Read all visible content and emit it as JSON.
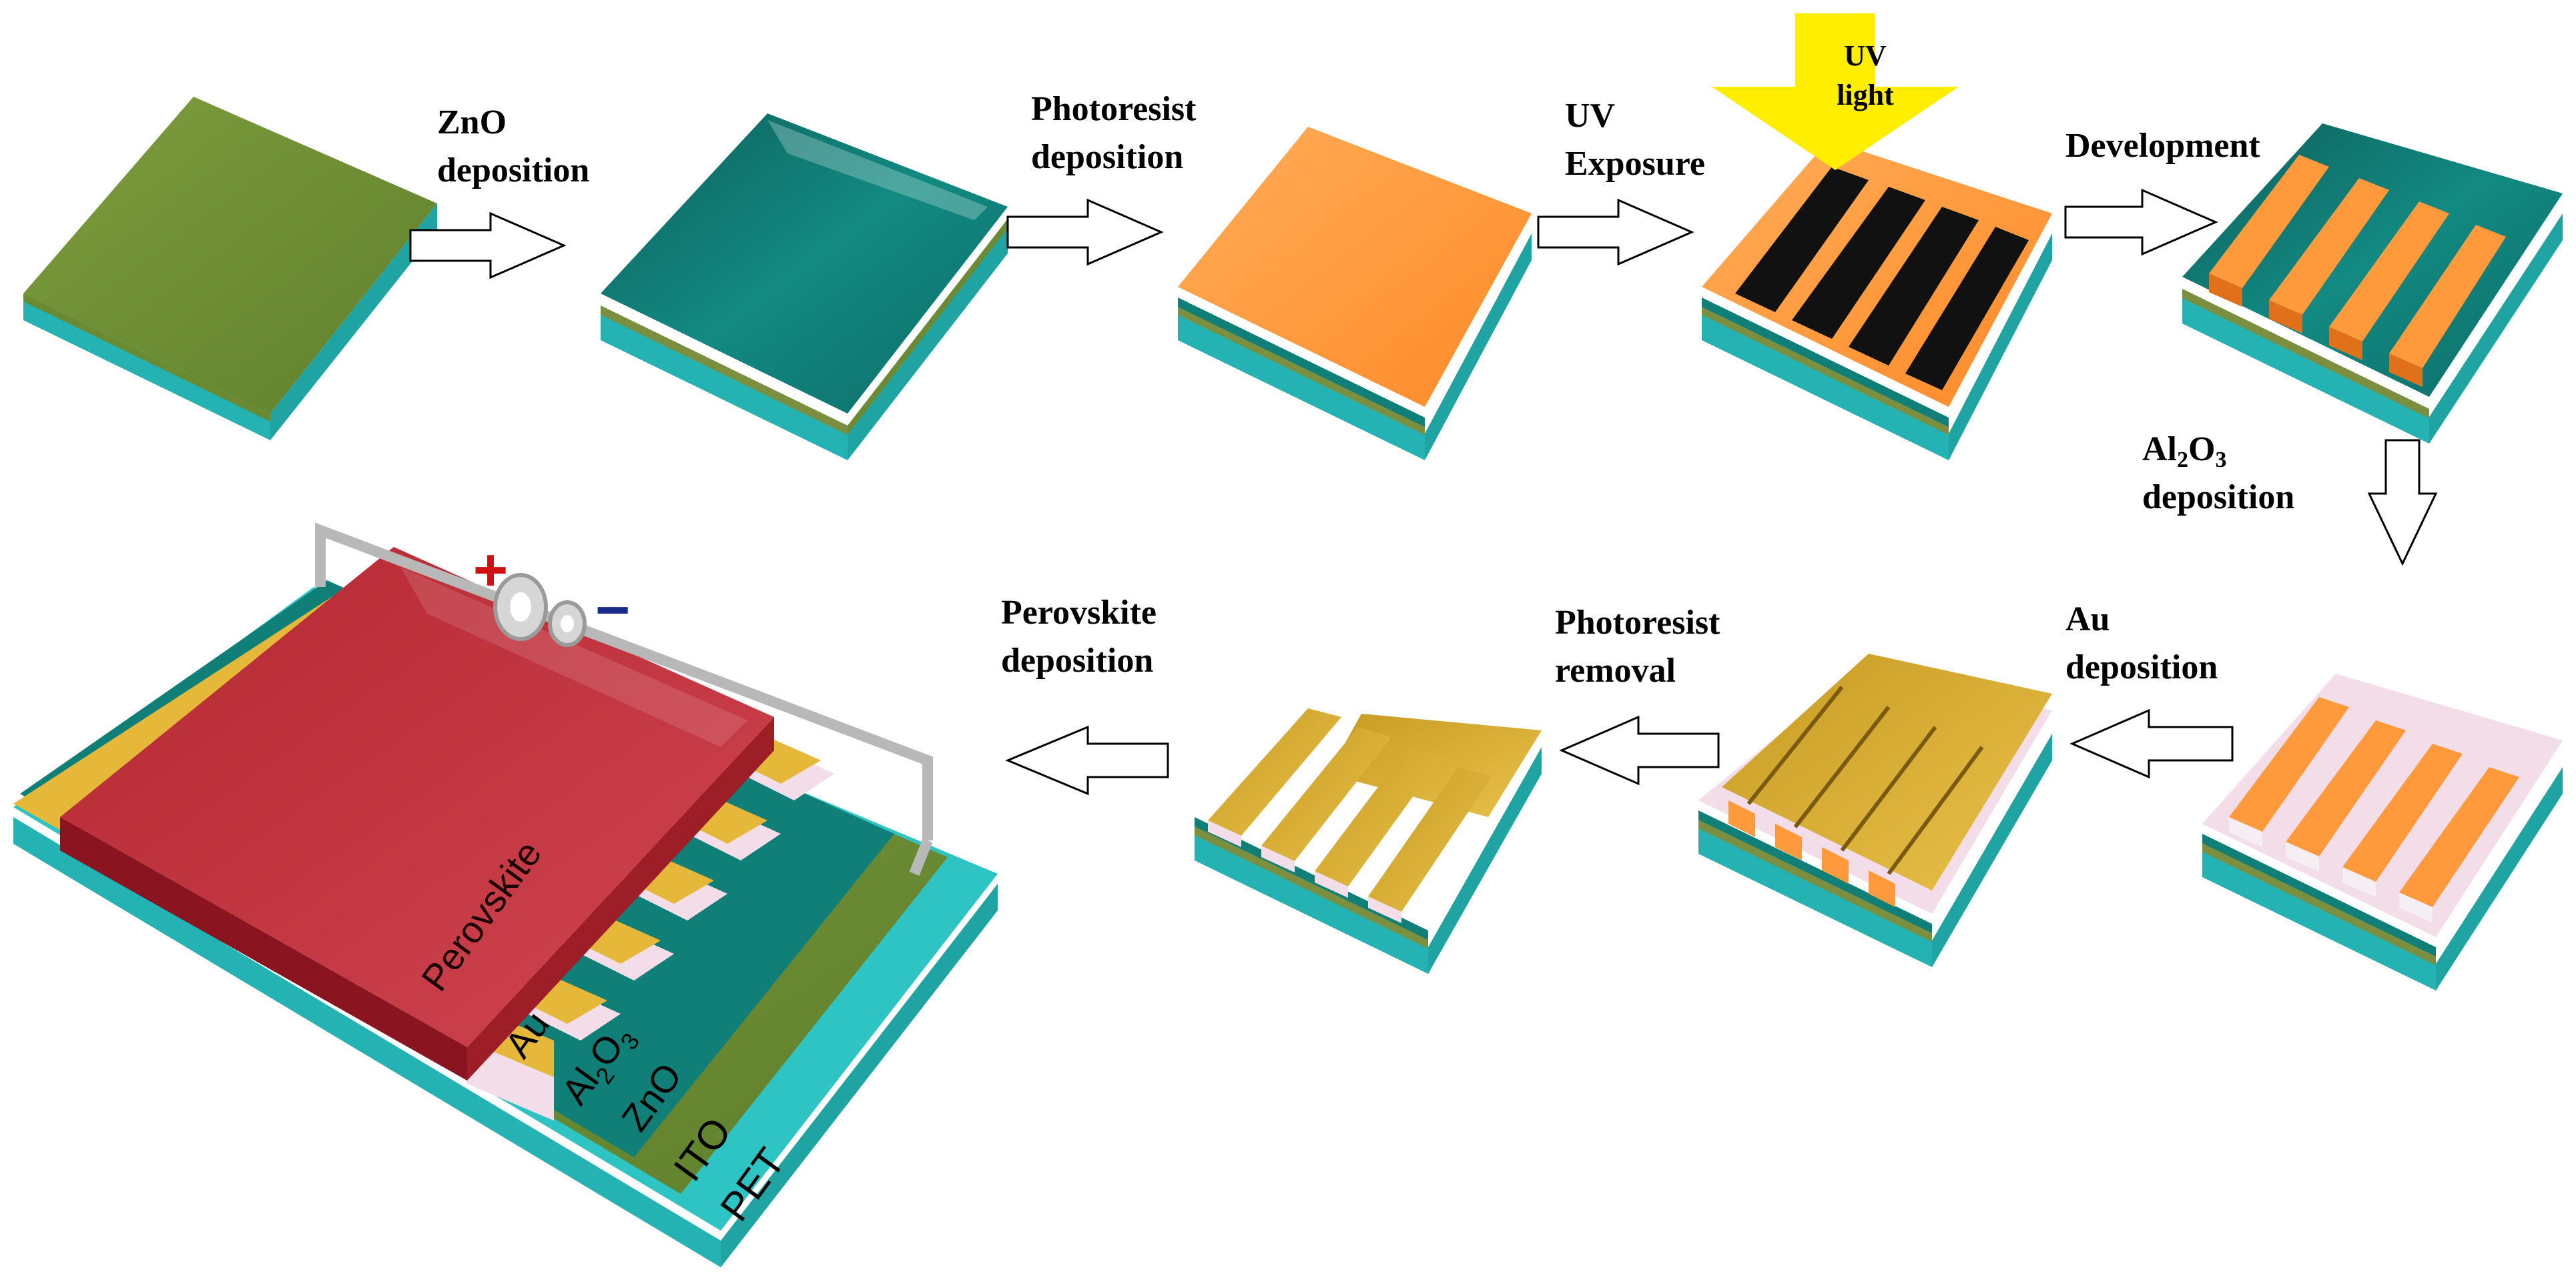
{
  "steps": {
    "zno_deposition": [
      "ZnO",
      "deposition"
    ],
    "photoresist_deposition": [
      "Photoresist",
      "deposition"
    ],
    "uv_exposure": [
      "UV",
      "Exposure"
    ],
    "uv_light": [
      "UV",
      "light"
    ],
    "development": "Development",
    "al2o3_deposition": {
      "formula": [
        "Al",
        "2",
        "O",
        "3"
      ],
      "word": "deposition"
    },
    "au_deposition": [
      "Au",
      "deposition"
    ],
    "photoresist_removal": [
      "Photoresist",
      "removal"
    ],
    "perovskite_deposition": [
      "Perovskite",
      "deposition"
    ]
  },
  "device": {
    "perovskite": "Perovskite",
    "au": "Au",
    "al2o3": {
      "a": "Al",
      "b": "2",
      "c": "O",
      "d": "3"
    },
    "zno": "ZnO",
    "ito": "ITO",
    "pet": "PET",
    "plus": "+",
    "minus": "−"
  },
  "colors": {
    "pet": "#2fc4c4",
    "ito": "#7d9a3f",
    "zno": "#0f7f78",
    "photoresist": "#ff9a3c",
    "mask": "#111111",
    "au": "#e6b83a",
    "al2o3": "#f3dde8",
    "perovskite": "#c0313a",
    "uv": "#ffee00"
  }
}
